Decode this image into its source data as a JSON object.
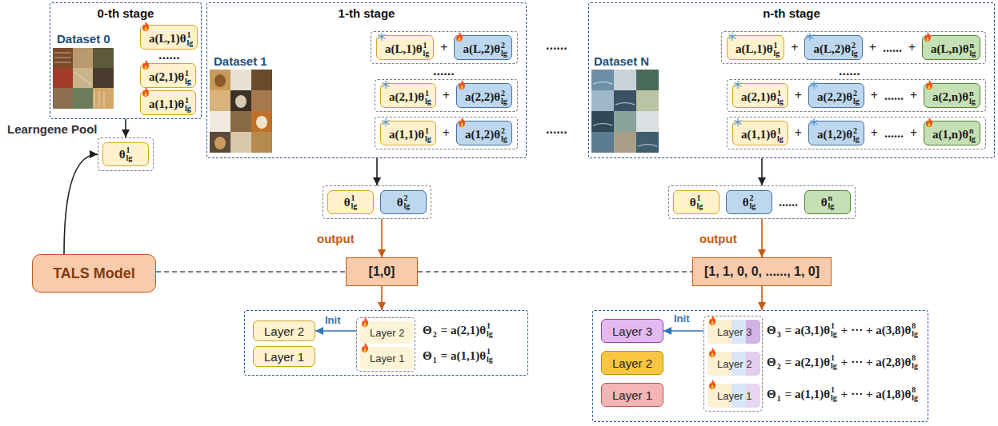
{
  "diagram": {
    "nodes": [
      {
        "text": [
          "0-th stage",
          "Dataset 0",
          "......"
        ]
      },
      {
        "text": [
          "a(L,1)θ",
          "1",
          "lg"
        ],
        "in": 0
      },
      {
        "text": [
          "a(2,1)θ",
          "1",
          "lg"
        ],
        "in": 0
      },
      {
        "text": [
          "a(1,1)θ",
          "1",
          "lg"
        ],
        "in": 0
      },
      {
        "text": [
          "1-th stage",
          "Dataset 1",
          "......"
        ]
      },
      {
        "text": [
          "+"
        ],
        "in": 4
      },
      {
        "text": [
          "a(L,1)θ",
          "1",
          "lg"
        ],
        "in": 5
      },
      {
        "text": [
          "a(L,2)θ",
          "2",
          "lg"
        ],
        "in": 5
      },
      {
        "text": [
          "+"
        ],
        "in": 4
      },
      {
        "text": [
          "a(2,1)θ",
          "1",
          "lg"
        ],
        "in": 8
      },
      {
        "text": [
          "a(2,2)θ",
          "2",
          "lg"
        ],
        "in": 8
      },
      {
        "text": [
          "+"
        ],
        "in": 4
      },
      {
        "text": [
          "a(1,1)θ",
          "1",
          "lg"
        ],
        "in": 11
      },
      {
        "text": [
          "a(1,2)θ",
          "2",
          "lg"
        ],
        "in": 11
      },
      {
        "text": [
          "n-th stage",
          "Dataset N",
          "......"
        ]
      },
      {
        "text": [
          "+",
          "+",
          "......",
          "+"
        ],
        "in": 14
      },
      {
        "text": [
          "a(L,1)θ",
          "1",
          "lg"
        ],
        "in": 15
      },
      {
        "text": [
          "a(L,2)θ",
          "2",
          "lg"
        ],
        "in": 15
      },
      {
        "text": [
          "a(L,n)θ",
          "n",
          "lg"
        ],
        "in": 15
      },
      {
        "text": [
          "+",
          "+",
          "......",
          "+"
        ],
        "in": 14
      },
      {
        "text": [
          "a(2,1)θ",
          "1",
          "lg"
        ],
        "in": 19
      },
      {
        "text": [
          "a(2,2)θ",
          "2",
          "lg"
        ],
        "in": 19
      },
      {
        "text": [
          "a(2,n)θ",
          "n",
          "lg"
        ],
        "in": 19
      },
      {
        "text": [
          "+",
          "+",
          "......",
          "+"
        ],
        "in": 14
      },
      {
        "text": [
          "a(1,1)θ",
          "1",
          "lg"
        ],
        "in": 23
      },
      {
        "text": [
          "a(1,2)θ",
          "2",
          "lg"
        ],
        "in": 23
      },
      {
        "text": [
          "a(1,n)θ",
          "n",
          "lg"
        ],
        "in": 23
      },
      {
        "text": [
          "Learngene Pool"
        ]
      },
      {
        "text": [
          "θ",
          "1",
          "lg"
        ],
        "in": 27
      },
      {
        "text": []
      },
      {
        "text": [
          "θ",
          "1",
          "lg"
        ],
        "in": 29
      },
      {
        "text": [
          "θ",
          "2",
          "lg"
        ],
        "in": 29
      },
      {
        "text": [
          "......"
        ]
      },
      {
        "text": [
          "θ",
          "1",
          "lg"
        ],
        "in": 32
      },
      {
        "text": [
          "θ",
          "2",
          "lg"
        ],
        "in": 32
      },
      {
        "text": [
          "θ",
          "n",
          "lg"
        ],
        "in": 32
      },
      {
        "text": [
          "TALS Model"
        ]
      },
      {
        "text": [
          "[1,0]"
        ]
      },
      {
        "text": [
          "[1, 1, 0, 0, ......, 1, 0]"
        ]
      },
      {
        "text": []
      },
      {
        "text": [
          "Layer 2"
        ],
        "in": 39
      },
      {
        "text": [
          "Layer 1"
        ],
        "in": 39
      },
      {
        "text": [],
        "in": 39
      },
      {
        "text": [
          "Layer 2"
        ],
        "in": 42
      },
      {
        "text": [
          "Layer 1"
        ],
        "in": 42
      },
      {
        "text": []
      },
      {
        "text": [
          "Layer 3"
        ],
        "in": 45
      },
      {
        "text": [
          "Layer 2"
        ],
        "in": 45
      },
      {
        "text": [
          "Layer 1"
        ],
        "in": 45
      },
      {
        "text": [],
        "in": 45
      },
      {
        "text": [
          "Layer 3"
        ],
        "in": 49
      },
      {
        "text": [
          "Layer 2"
        ],
        "in": 49
      },
      {
        "text": [
          "Layer 1"
        ],
        "in": 49
      }
    ],
    "edges": [
      {
        "from": 0,
        "to": 27,
        "arrow": "to"
      },
      {
        "from": 36,
        "to": 27,
        "arrow": "to"
      },
      {
        "from": 4,
        "to": 29,
        "arrow": "to"
      },
      {
        "from": 14,
        "to": 32,
        "arrow": "to"
      },
      {
        "from": 29,
        "to": 37,
        "arrow": "to",
        "label": "output"
      },
      {
        "from": 32,
        "to": 38,
        "arrow": "to",
        "label": "output"
      },
      {
        "from": 36,
        "to": 37,
        "arrow": "none"
      },
      {
        "from": 37,
        "to": 38,
        "arrow": "none"
      },
      {
        "from": 37,
        "to": 39,
        "arrow": "to"
      },
      {
        "from": 38,
        "to": 45,
        "arrow": "to"
      },
      {
        "from": 42,
        "to": 40,
        "arrow": "to",
        "label": "Init"
      },
      {
        "from": 49,
        "to": 46,
        "arrow": "to",
        "label": "Init"
      }
    ],
    "labels": [
      "......",
      "......",
      "Θ",
      "2",
      "= a(2,1)θ",
      "1",
      "lg",
      "Θ",
      "1",
      "= a(1,1)θ",
      "1",
      "lg",
      "Θ",
      "3",
      "= a(3,1)θ",
      "1",
      "lg",
      "+ ··· + a(3,8)θ",
      "8",
      "lg",
      "Θ",
      "2",
      "= a(2,1)θ",
      "1",
      "lg",
      "+ ··· + a(2,8)θ",
      "8",
      "lg",
      "Θ",
      "1",
      "= a(1,1)θ",
      "1",
      "lg",
      "+ ··· + a(1,8)θ",
      "8",
      "lg"
    ]
  }
}
